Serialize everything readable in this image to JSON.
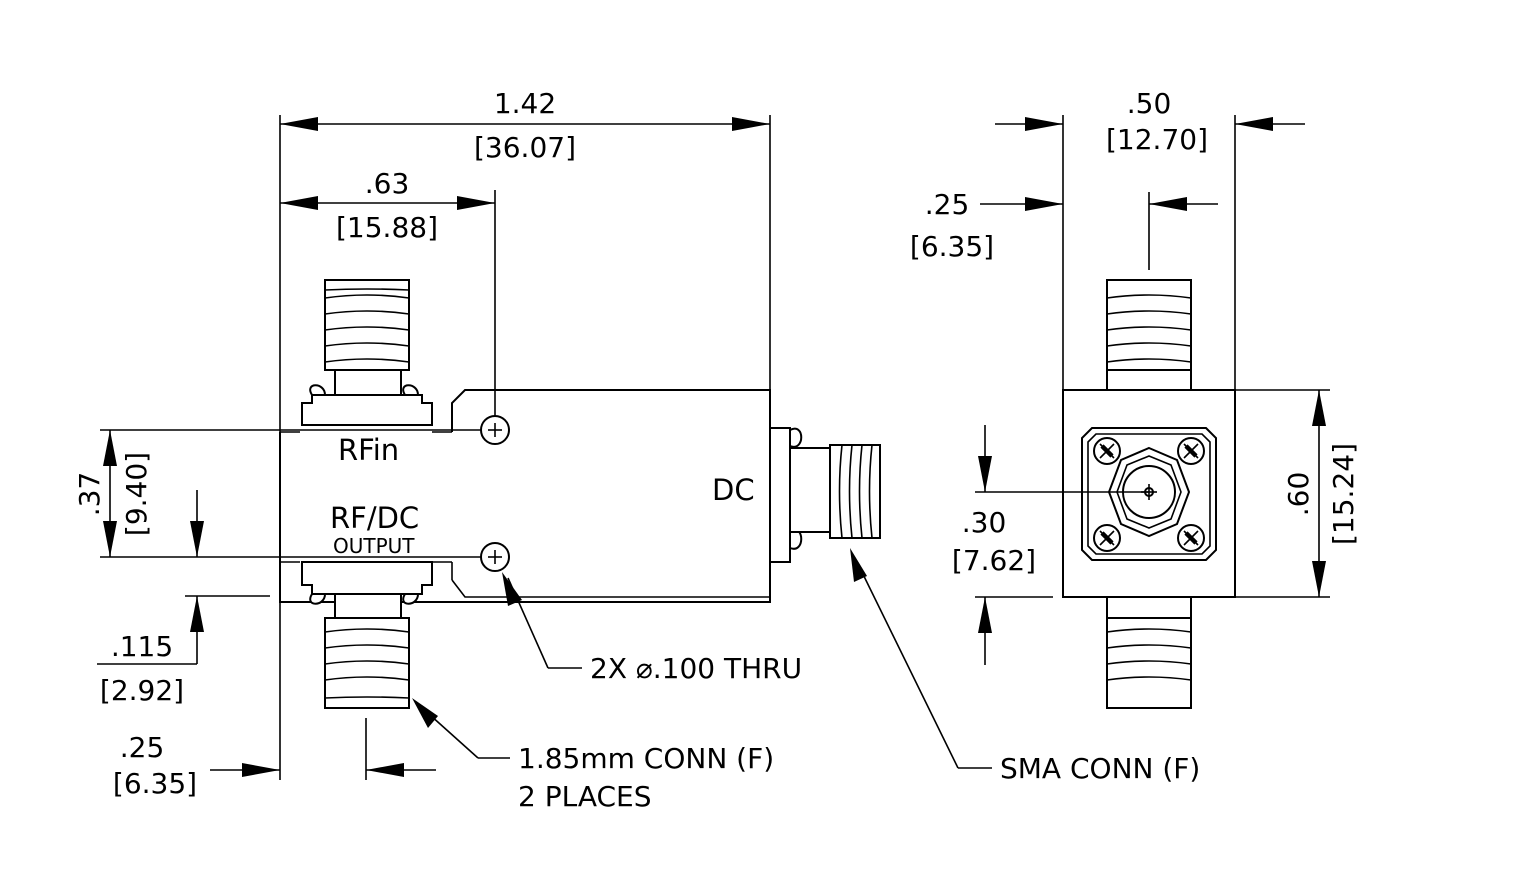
{
  "colors": {
    "line": "#000000",
    "background": "#ffffff"
  },
  "dimensions": {
    "overall_length": {
      "in": "1.42",
      "mm": "[36.07]"
    },
    "rf_port_offset": {
      "in": ".63",
      "mm": "[15.88]"
    },
    "body_height_rf": {
      "in": ".37",
      "mm": "[9.40]"
    },
    "output_offset": {
      "in": ".115",
      "mm": "[2.92]"
    },
    "left_conn_offset": {
      "in": ".25",
      "mm": "[6.35]"
    },
    "end_width": {
      "in": ".50",
      "mm": "[12.70]"
    },
    "end_conn_offset": {
      "in": ".25",
      "mm": "[6.35]"
    },
    "end_center_height": {
      "in": ".30",
      "mm": "[7.62]"
    },
    "end_height": {
      "in": ".60",
      "mm": "[15.24]"
    }
  },
  "labels": {
    "rf_in": "RFin",
    "rf_dc": "RF/DC",
    "output": "OUTPUT",
    "dc": "DC"
  },
  "callouts": {
    "holes": "2X ⌀.100 THRU",
    "conn_185_line1": "1.85mm CONN (F)",
    "conn_185_line2": "2 PLACES",
    "sma_conn": "SMA CONN (F)"
  }
}
